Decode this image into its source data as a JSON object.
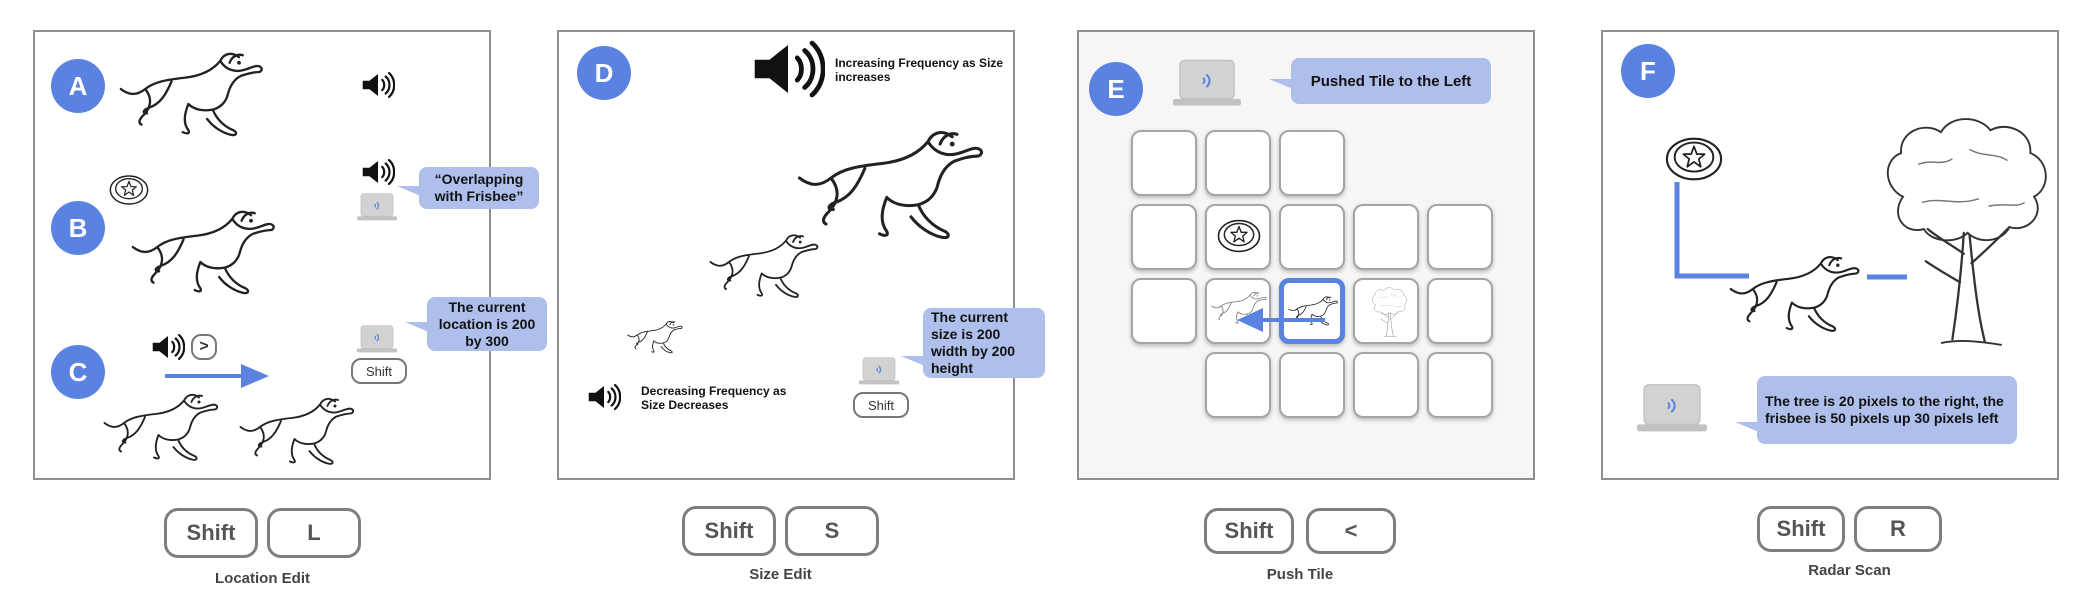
{
  "panels": [
    {
      "id": "location-edit",
      "labels": [
        "A",
        "B",
        "C"
      ],
      "callouts": [
        "“Overlapping with Frisbee”",
        "The current location is 200 by 300"
      ],
      "shift_key": "Shift",
      "mini_key": ">",
      "keys": [
        "Shift",
        "L"
      ],
      "caption": "Location Edit"
    },
    {
      "id": "size-edit",
      "label": "D",
      "notes": [
        "Increasing Frequency as Size increases",
        "Decreasing Frequency as Size Decreases"
      ],
      "callout": "The current size is 200 width by 200 height",
      "shift_key": "Shift",
      "keys": [
        "Shift",
        "S"
      ],
      "caption": "Size Edit"
    },
    {
      "id": "push-tile",
      "label": "E",
      "callout": "Pushed Tile to the Left",
      "keys": [
        "Shift",
        "<"
      ],
      "caption": "Push Tile"
    },
    {
      "id": "radar-scan",
      "label": "F",
      "callout": "The tree is 20 pixels to the right, the frisbee is 50 pixels up 30 pixels left",
      "keys": [
        "Shift",
        "R"
      ],
      "caption": "Radar Scan"
    }
  ],
  "colors": {
    "accent": "#5a82e0",
    "callout": "#aebfec",
    "border": "#8f8f8f"
  },
  "icons": [
    "speaker-icon",
    "laptop-icon",
    "dog-icon",
    "frisbee-icon",
    "tree-icon",
    "arrow-icon"
  ]
}
